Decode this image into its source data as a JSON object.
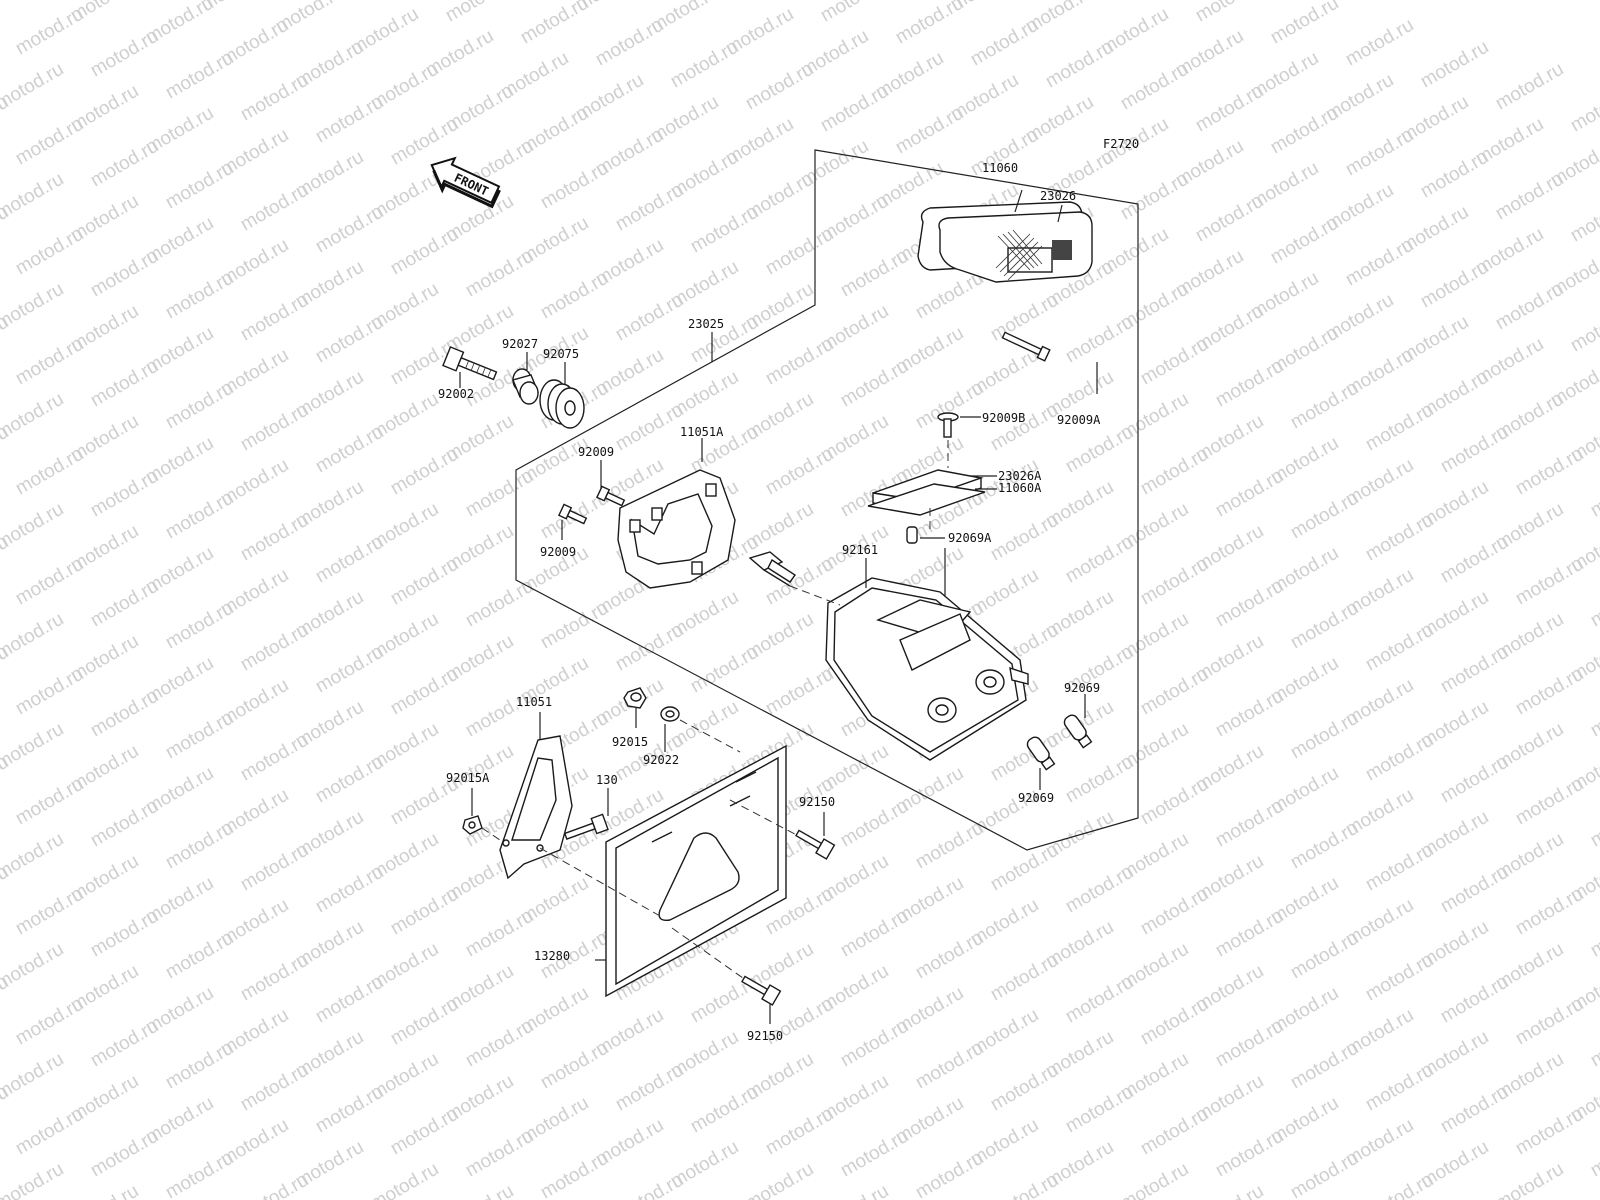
{
  "diagram": {
    "code": "F2720",
    "front_arrow_label": "FRONT",
    "watermark_text": "motod.ru",
    "parts": [
      "11060",
      "23026",
      "23025",
      "92027",
      "92075",
      "92002",
      "92009B",
      "92009A",
      "11051A",
      "92009",
      "92009",
      "23026A",
      "11060A",
      "92069A",
      "92161",
      "92069",
      "92069",
      "11051",
      "92015",
      "92022",
      "92015A",
      "130",
      "92150",
      "13280",
      "92150"
    ]
  }
}
